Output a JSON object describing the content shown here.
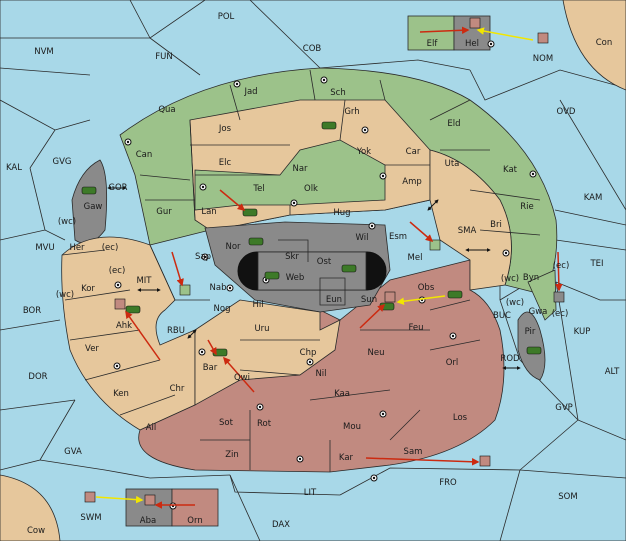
{
  "colors": {
    "sea": "#a8d8e8",
    "power_green": "#9cc28a",
    "power_tan": "#e6c79c",
    "power_brown": "#c18a80",
    "neutral_grey": "#8a8a8a",
    "order_arrow_red": "#cc2a10",
    "order_arrow_yellow": "#f2e600"
  },
  "sea_labels": [
    {
      "id": "pol",
      "text": "POL"
    },
    {
      "id": "nvm",
      "text": "NVM"
    },
    {
      "id": "fun",
      "text": "FUN"
    },
    {
      "id": "cob",
      "text": "COB"
    },
    {
      "id": "con",
      "text": "Con"
    },
    {
      "id": "nom",
      "text": "NOM"
    },
    {
      "id": "ovd",
      "text": "OVD"
    },
    {
      "id": "kal",
      "text": "KAL"
    },
    {
      "id": "gvg",
      "text": "GVG"
    },
    {
      "id": "gor",
      "text": "GOR"
    },
    {
      "id": "kam",
      "text": "KAM"
    },
    {
      "id": "sma",
      "text": "SMA"
    },
    {
      "id": "tei",
      "text": "TEI"
    },
    {
      "id": "mvu",
      "text": "MVU"
    },
    {
      "id": "mit",
      "text": "MIT"
    },
    {
      "id": "bor",
      "text": "BOR"
    },
    {
      "id": "rbu",
      "text": "RBU"
    },
    {
      "id": "buc",
      "text": "BUC"
    },
    {
      "id": "kup",
      "text": "KUP"
    },
    {
      "id": "dor",
      "text": "DOR"
    },
    {
      "id": "rod",
      "text": "ROD"
    },
    {
      "id": "alt",
      "text": "ALT"
    },
    {
      "id": "gvp",
      "text": "GVP"
    },
    {
      "id": "gva",
      "text": "GVA"
    },
    {
      "id": "fro",
      "text": "FRO"
    },
    {
      "id": "som",
      "text": "SOM"
    },
    {
      "id": "lit",
      "text": "LIT"
    },
    {
      "id": "swm",
      "text": "SWM"
    },
    {
      "id": "dax",
      "text": "DAX"
    },
    {
      "id": "cow",
      "text": "Cow"
    }
  ],
  "land_labels": [
    {
      "id": "elf",
      "text": "Elf"
    },
    {
      "id": "hel",
      "text": "Hel"
    },
    {
      "id": "jad",
      "text": "Jad"
    },
    {
      "id": "sch",
      "text": "Sch"
    },
    {
      "id": "qua",
      "text": "Qua"
    },
    {
      "id": "jos",
      "text": "Jos"
    },
    {
      "id": "grh",
      "text": "Grh"
    },
    {
      "id": "eld",
      "text": "Eld"
    },
    {
      "id": "can",
      "text": "Can"
    },
    {
      "id": "elc",
      "text": "Elc"
    },
    {
      "id": "nar",
      "text": "Nar"
    },
    {
      "id": "yok",
      "text": "Yok"
    },
    {
      "id": "car",
      "text": "Car"
    },
    {
      "id": "uta",
      "text": "Uta"
    },
    {
      "id": "kat",
      "text": "Kat"
    },
    {
      "id": "tel",
      "text": "Tel"
    },
    {
      "id": "olk",
      "text": "Olk"
    },
    {
      "id": "amp",
      "text": "Amp"
    },
    {
      "id": "gaw",
      "text": "Gaw"
    },
    {
      "id": "gur",
      "text": "Gur"
    },
    {
      "id": "lan",
      "text": "Lan"
    },
    {
      "id": "hug",
      "text": "Hug"
    },
    {
      "id": "rie",
      "text": "Rie"
    },
    {
      "id": "bri",
      "text": "Bri"
    },
    {
      "id": "nor",
      "text": "Nor"
    },
    {
      "id": "wil",
      "text": "Wil"
    },
    {
      "id": "esm",
      "text": "Esm"
    },
    {
      "id": "her",
      "text": "Her"
    },
    {
      "id": "skr",
      "text": "Skr"
    },
    {
      "id": "mel",
      "text": "Mel"
    },
    {
      "id": "sap",
      "text": "Sap"
    },
    {
      "id": "ost",
      "text": "Ost"
    },
    {
      "id": "web",
      "text": "Web"
    },
    {
      "id": "kor",
      "text": "Kor"
    },
    {
      "id": "obs",
      "text": "Obs"
    },
    {
      "id": "byn",
      "text": "Byn"
    },
    {
      "id": "nab",
      "text": "Nab"
    },
    {
      "id": "eun",
      "text": "Eun"
    },
    {
      "id": "sun",
      "text": "Sun"
    },
    {
      "id": "gwa",
      "text": "Gwa"
    },
    {
      "id": "hil",
      "text": "Hil"
    },
    {
      "id": "ahk",
      "text": "Ahk"
    },
    {
      "id": "nog",
      "text": "Nog"
    },
    {
      "id": "feu",
      "text": "Feu"
    },
    {
      "id": "pir",
      "text": "Pir"
    },
    {
      "id": "uru",
      "text": "Uru"
    },
    {
      "id": "ver",
      "text": "Ver"
    },
    {
      "id": "chp",
      "text": "Chp"
    },
    {
      "id": "neu",
      "text": "Neu"
    },
    {
      "id": "bar",
      "text": "Bar"
    },
    {
      "id": "qwi",
      "text": "Qwi"
    },
    {
      "id": "orl",
      "text": "Orl"
    },
    {
      "id": "nil",
      "text": "Nil"
    },
    {
      "id": "chr",
      "text": "Chr"
    },
    {
      "id": "ken",
      "text": "Ken"
    },
    {
      "id": "kaa",
      "text": "Kaa"
    },
    {
      "id": "ail",
      "text": "Ail"
    },
    {
      "id": "sot",
      "text": "Sot"
    },
    {
      "id": "rot",
      "text": "Rot"
    },
    {
      "id": "mou",
      "text": "Mou"
    },
    {
      "id": "los",
      "text": "Los"
    },
    {
      "id": "sam",
      "text": "Sam"
    },
    {
      "id": "zin",
      "text": "Zin"
    },
    {
      "id": "kar",
      "text": "Kar"
    },
    {
      "id": "aba",
      "text": "Aba"
    },
    {
      "id": "orn",
      "text": "Orn"
    }
  ],
  "coast_labels": [
    {
      "id": "wc1",
      "text": "(wc)"
    },
    {
      "id": "ec1",
      "text": "(ec)"
    },
    {
      "id": "ec2",
      "text": "(ec)"
    },
    {
      "id": "wc2",
      "text": "(wc)"
    },
    {
      "id": "ec3",
      "text": "(ec)"
    },
    {
      "id": "wc3",
      "text": "(wc)"
    },
    {
      "id": "wc4",
      "text": "(wc)"
    },
    {
      "id": "ec4",
      "text": "(ec)"
    }
  ]
}
